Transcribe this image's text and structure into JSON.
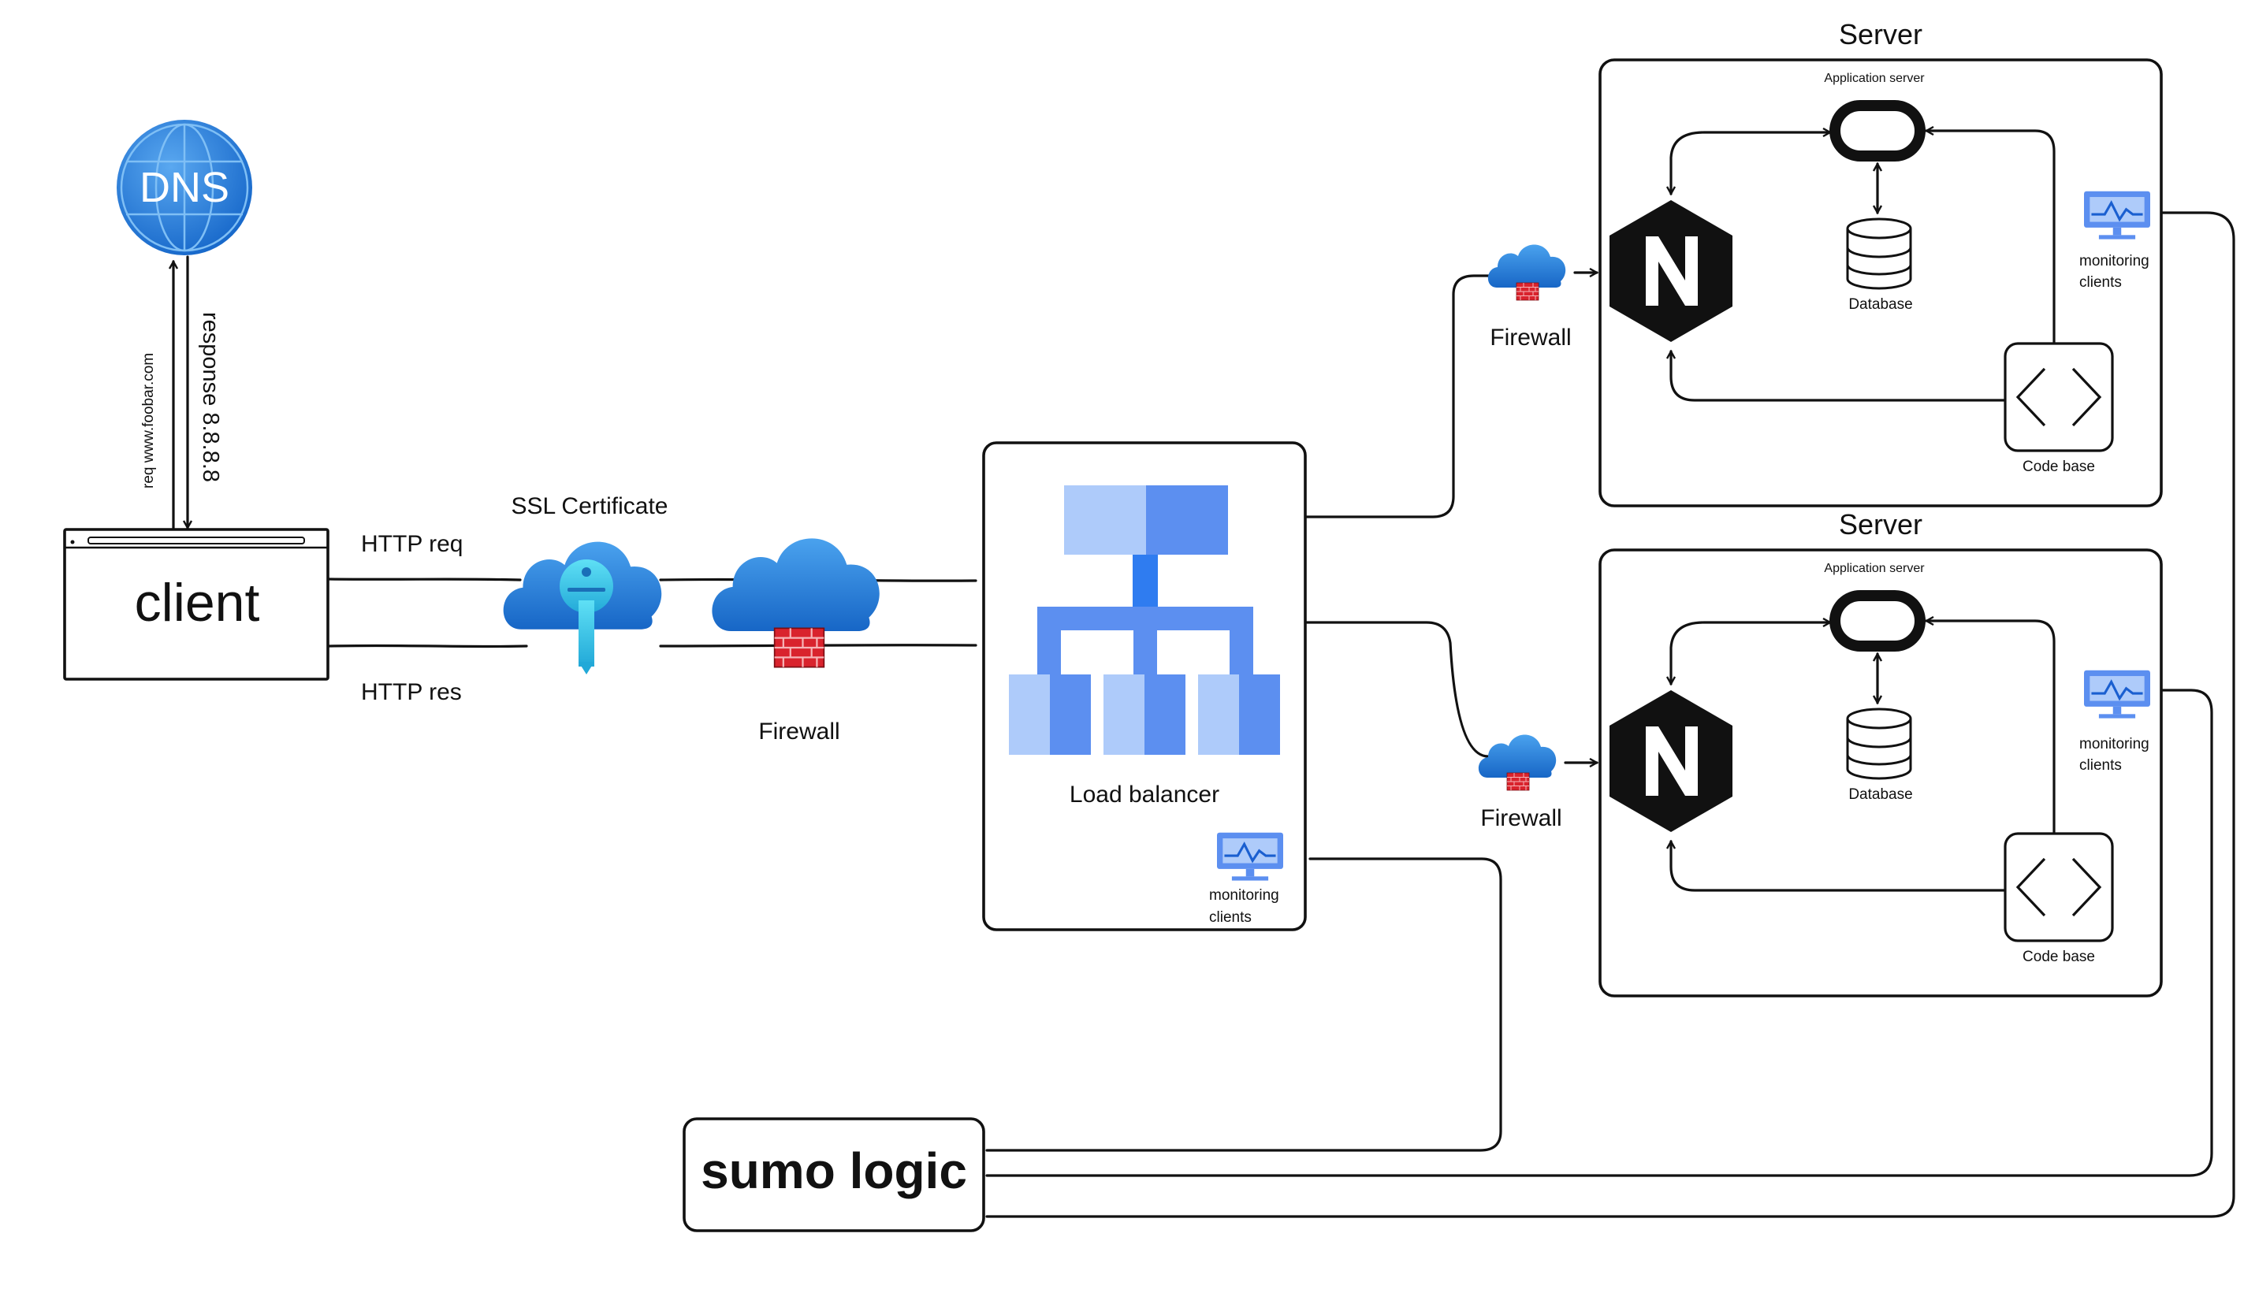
{
  "dns": {
    "label": "DNS"
  },
  "client": {
    "label": "client"
  },
  "arrows": {
    "dns_request": "req www.foobar.com",
    "dns_response": "response 8.8.8.8",
    "http_req": "HTTP req",
    "http_res": "HTTP res"
  },
  "ssl": {
    "label": "SSL Certificate"
  },
  "firewall_main": {
    "label": "Firewall"
  },
  "load_balancer": {
    "label": "Load balancer",
    "monitoring_line1": "monitoring",
    "monitoring_line2": "clients"
  },
  "servers": [
    {
      "title": "Server",
      "app_server": "Application server",
      "database": "Database",
      "code_base": "Code base",
      "monitoring_line1": "monitoring",
      "monitoring_line2": "clients",
      "firewall": "Firewall"
    },
    {
      "title": "Server",
      "app_server": "Application server",
      "database": "Database",
      "code_base": "Code base",
      "monitoring_line1": "monitoring",
      "monitoring_line2": "clients",
      "firewall": "Firewall"
    }
  ],
  "logging": {
    "label": "sumo logic"
  },
  "colors": {
    "azure_blue": "#1e7fd6",
    "firewall_red": "#d9232d",
    "gcp_blue_dark": "#5c8ff0",
    "gcp_blue_light": "#aecbfa",
    "nginx_black": "#111111"
  }
}
